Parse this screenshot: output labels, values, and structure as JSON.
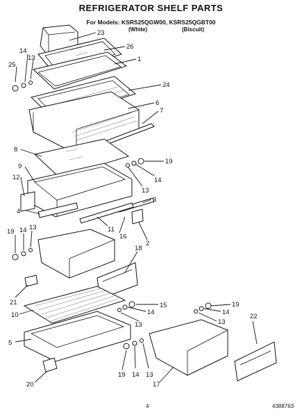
{
  "header": {
    "title": "REFRIGERATOR SHELF PARTS",
    "models": "For Models: KSRS25QGW00, KSRS25QGBT00",
    "variant_white": "(White)",
    "variant_biscuit": "(Biscuit)"
  },
  "callouts": [
    {
      "id": "c23",
      "label": "23"
    },
    {
      "id": "c26",
      "label": "26"
    },
    {
      "id": "c1",
      "label": "1"
    },
    {
      "id": "c14a",
      "label": "14"
    },
    {
      "id": "c13a",
      "label": "13"
    },
    {
      "id": "c25",
      "label": "25"
    },
    {
      "id": "c24",
      "label": "24"
    },
    {
      "id": "c6",
      "label": "6"
    },
    {
      "id": "c7",
      "label": "7"
    },
    {
      "id": "c8",
      "label": "8"
    },
    {
      "id": "c19a",
      "label": "19"
    },
    {
      "id": "c9",
      "label": "9"
    },
    {
      "id": "c14b",
      "label": "14"
    },
    {
      "id": "c13b",
      "label": "13"
    },
    {
      "id": "c12",
      "label": "12"
    },
    {
      "id": "c3",
      "label": "3"
    },
    {
      "id": "c4",
      "label": "4"
    },
    {
      "id": "c11",
      "label": "11"
    },
    {
      "id": "c16",
      "label": "16"
    },
    {
      "id": "c2",
      "label": "2"
    },
    {
      "id": "c19b",
      "label": "19"
    },
    {
      "id": "c14c",
      "label": "14"
    },
    {
      "id": "c13c",
      "label": "13"
    },
    {
      "id": "c18",
      "label": "18"
    },
    {
      "id": "c21",
      "label": "21"
    },
    {
      "id": "c15",
      "label": "15"
    },
    {
      "id": "c10",
      "label": "10"
    },
    {
      "id": "c14d",
      "label": "14"
    },
    {
      "id": "c13d",
      "label": "13"
    },
    {
      "id": "c19c",
      "label": "19"
    },
    {
      "id": "c14e",
      "label": "14"
    },
    {
      "id": "c13e",
      "label": "13"
    },
    {
      "id": "c5",
      "label": "5"
    },
    {
      "id": "c22",
      "label": "22"
    },
    {
      "id": "c19d",
      "label": "19"
    },
    {
      "id": "c14f",
      "label": "14"
    },
    {
      "id": "c13f",
      "label": "13"
    },
    {
      "id": "c20",
      "label": "20"
    },
    {
      "id": "c17",
      "label": "17"
    }
  ],
  "footer": {
    "page_number": "4",
    "document_number": "4388763"
  }
}
